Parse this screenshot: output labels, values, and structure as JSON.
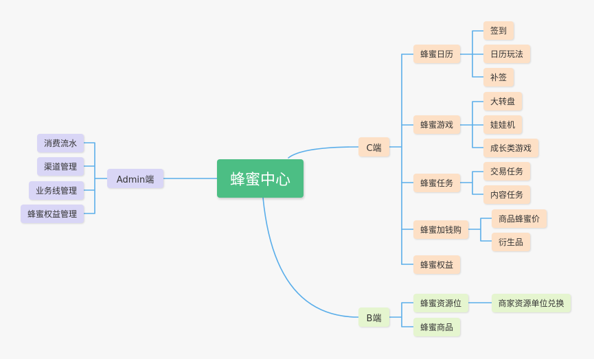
{
  "root": {
    "label": "蜂蜜中心"
  },
  "c_branch": {
    "label": "C端",
    "color": "#fde0c6",
    "groups": [
      {
        "label": "蜂蜜日历",
        "children": [
          "签到",
          "日历玩法",
          "补签"
        ]
      },
      {
        "label": "蜂蜜游戏",
        "children": [
          "大转盘",
          "娃娃机",
          "成长类游戏"
        ]
      },
      {
        "label": "蜂蜜任务",
        "children": [
          "交易任务",
          "内容任务"
        ]
      },
      {
        "label": "蜂蜜加钱购",
        "children": [
          "商品蜂蜜价",
          "衍生品"
        ]
      },
      {
        "label": "蜂蜜权益",
        "children": []
      }
    ]
  },
  "b_branch": {
    "label": "B端",
    "color": "#e5f5cf",
    "groups": [
      {
        "label": "蜂蜜资源位",
        "children": [
          "商家资源单位兑换"
        ]
      },
      {
        "label": "蜂蜜商品",
        "children": []
      }
    ]
  },
  "admin_branch": {
    "label": "Admin端",
    "color": "#d9d6f6",
    "children": [
      "消费流水",
      "渠道管理",
      "业务线管理",
      "蜂蜜权益管理"
    ]
  },
  "colors": {
    "root": "#4cbe84",
    "connector": "#5aaeea",
    "background": "#f7f7f7"
  }
}
